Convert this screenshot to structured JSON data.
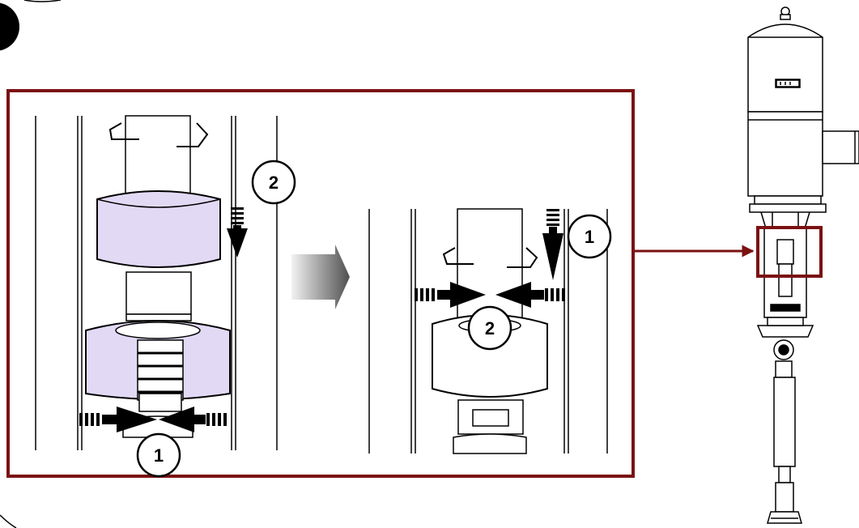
{
  "callouts": {
    "left_one": "1",
    "left_two": "2",
    "right_one": "1",
    "right_two": "2"
  },
  "colors": {
    "frame": "#7b1113",
    "ring_fill": "#e2d9f5",
    "ring_stroke": "#000000",
    "line": "#000000"
  },
  "icons": {
    "step_arrow": "gray-gradient-arrow-right",
    "connector": "dark-red-arrow-left-to-pump"
  }
}
